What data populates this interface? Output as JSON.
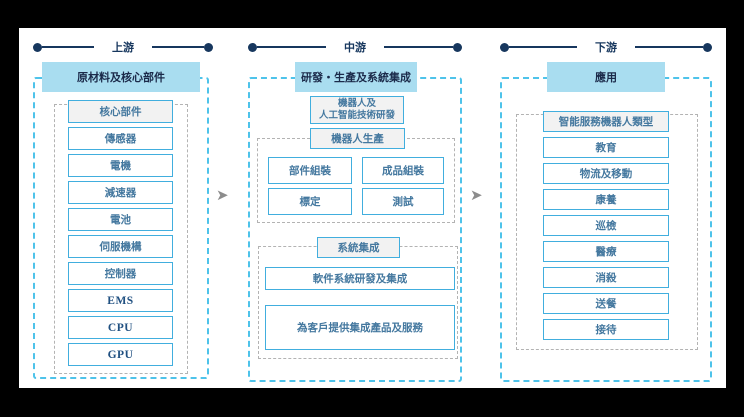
{
  "upstream": {
    "stage_label": "上游",
    "header": "原材料及核心部件",
    "items": [
      "核心部件",
      "傳感器",
      "電機",
      "減速器",
      "電池",
      "伺服機構",
      "控制器",
      "EMS",
      "CPU",
      "GPU"
    ]
  },
  "midstream": {
    "stage_label": "中游",
    "header": "研發‧生產及系統集成",
    "rd_line1": "機器人及",
    "rd_line2": "人工智能技術研發",
    "production_title": "機器人生產",
    "production_cells": [
      "部件組裝",
      "成品組裝",
      "標定",
      "測試"
    ],
    "integration_title": "系統集成",
    "integration_rows": [
      "軟件系統研發及集成",
      "為客戶提供集成產品及服務"
    ]
  },
  "downstream": {
    "stage_label": "下游",
    "header": "應用",
    "items": [
      "智能服務機器人類型",
      "教育",
      "物流及移動",
      "康養",
      "巡檢",
      "醫療",
      "消殺",
      "送餐",
      "接待"
    ]
  },
  "icons": {
    "flow_arrow": "➤"
  },
  "colors": {
    "navy": "#17375e",
    "light_blue_band": "#a9ddf0",
    "box_border": "#41aede",
    "outer_dash": "#4ec3ea",
    "inner_dash": "#b3b3b3",
    "grey_fill": "#f2f2f2",
    "item_text": "#44789f",
    "arrow": "#8c8c8c"
  }
}
